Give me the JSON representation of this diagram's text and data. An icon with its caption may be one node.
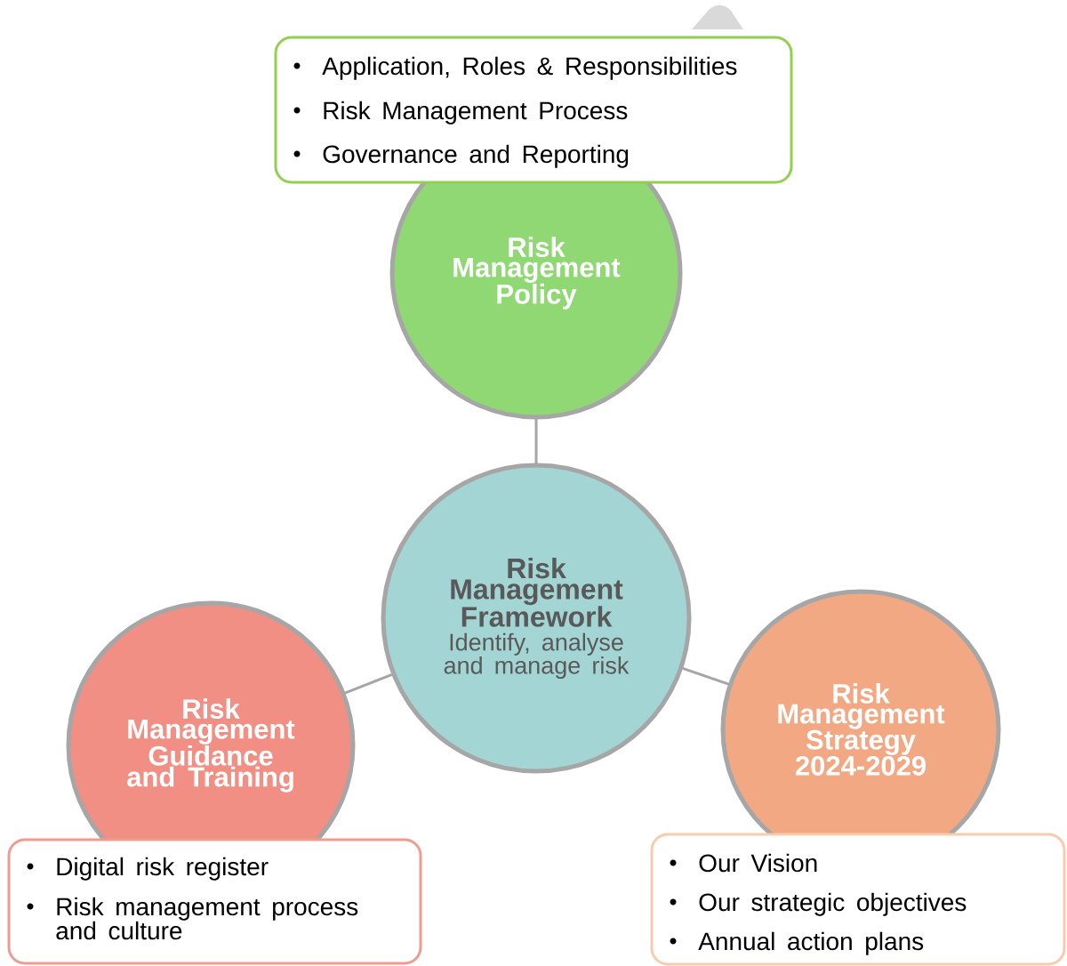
{
  "diagram": {
    "nodes": [
      {
        "text": [
          "Application, Roles & Responsibilities",
          "Risk Management Process",
          "Governance and Reporting"
        ]
      },
      {
        "text": [
          "Risk Management Policy"
        ]
      },
      {
        "text": [
          "Risk Management Framework",
          "Identify, analyse and manage risk"
        ]
      },
      {
        "text": [
          "Risk Management Guidance and Training"
        ]
      },
      {
        "text": [
          "Risk Management Strategy 2024-2029"
        ]
      },
      {
        "text": [
          "Digital risk register",
          "Risk management process and culture"
        ]
      },
      {
        "text": [
          "Our Vision",
          "Our strategic objectives",
          "Annual action plans"
        ]
      }
    ],
    "edges": [
      {
        "from": 1,
        "to": 2,
        "arrow": "none"
      },
      {
        "from": 2,
        "to": 3,
        "arrow": "none"
      },
      {
        "from": 2,
        "to": 4,
        "arrow": "none"
      }
    ]
  }
}
